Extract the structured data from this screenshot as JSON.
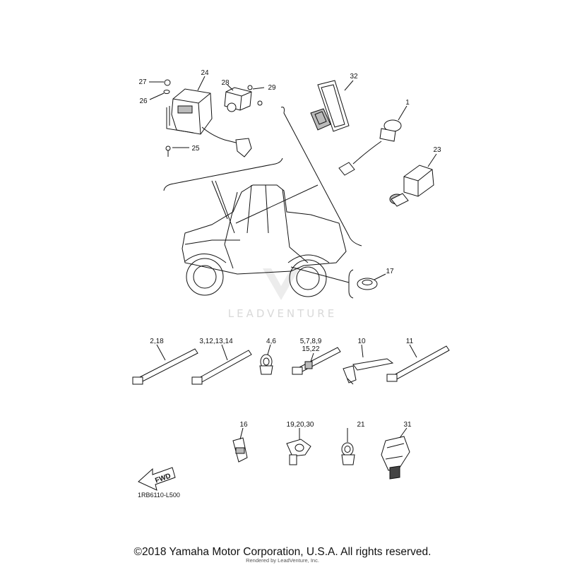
{
  "diagram": {
    "callouts": [
      "27",
      "24",
      "26",
      "28",
      "29",
      "25",
      "32",
      "1",
      "23",
      "17",
      "2,18",
      "3,12,13,14",
      "4,6",
      "5,7,8,9",
      "15,22",
      "10",
      "11",
      "16",
      "19,20,30",
      "21",
      "31"
    ],
    "fwd_label": "FWD",
    "diagram_code": "1RB6110-L500",
    "watermark": "LEADVENTURE",
    "copyright": "©2018 Yamaha Motor Corporation, U.S.A. All rights reserved.",
    "rendered_by": "Rendered by LeadVenture, Inc."
  }
}
